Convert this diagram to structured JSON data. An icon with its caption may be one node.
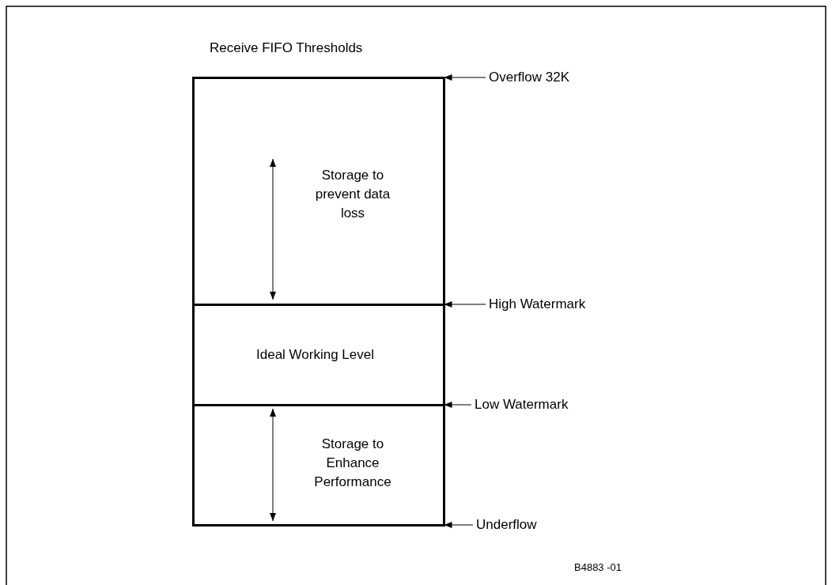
{
  "diagram": {
    "title": "Receive FIFO Thresholds",
    "nodes": [
      {
        "text": [
          "Storage to prevent data loss"
        ]
      },
      {
        "text": [
          "Ideal Working Level"
        ]
      },
      {
        "text": [
          "Storage to Enhance Performance"
        ]
      },
      {
        "text": [
          "Overflow 32K"
        ]
      },
      {
        "text": [
          "High Watermark"
        ]
      },
      {
        "text": [
          "Low Watermark"
        ]
      },
      {
        "text": [
          "Underflow"
        ]
      }
    ],
    "edges": [
      {
        "from": 3,
        "to": 0,
        "arrow": "to"
      },
      {
        "from": 4,
        "to": 1,
        "arrow": "to"
      },
      {
        "from": 5,
        "to": 2,
        "arrow": "to"
      },
      {
        "from": 6,
        "to": 2,
        "arrow": "to"
      }
    ],
    "labels": [
      "B4883 -01"
    ]
  }
}
